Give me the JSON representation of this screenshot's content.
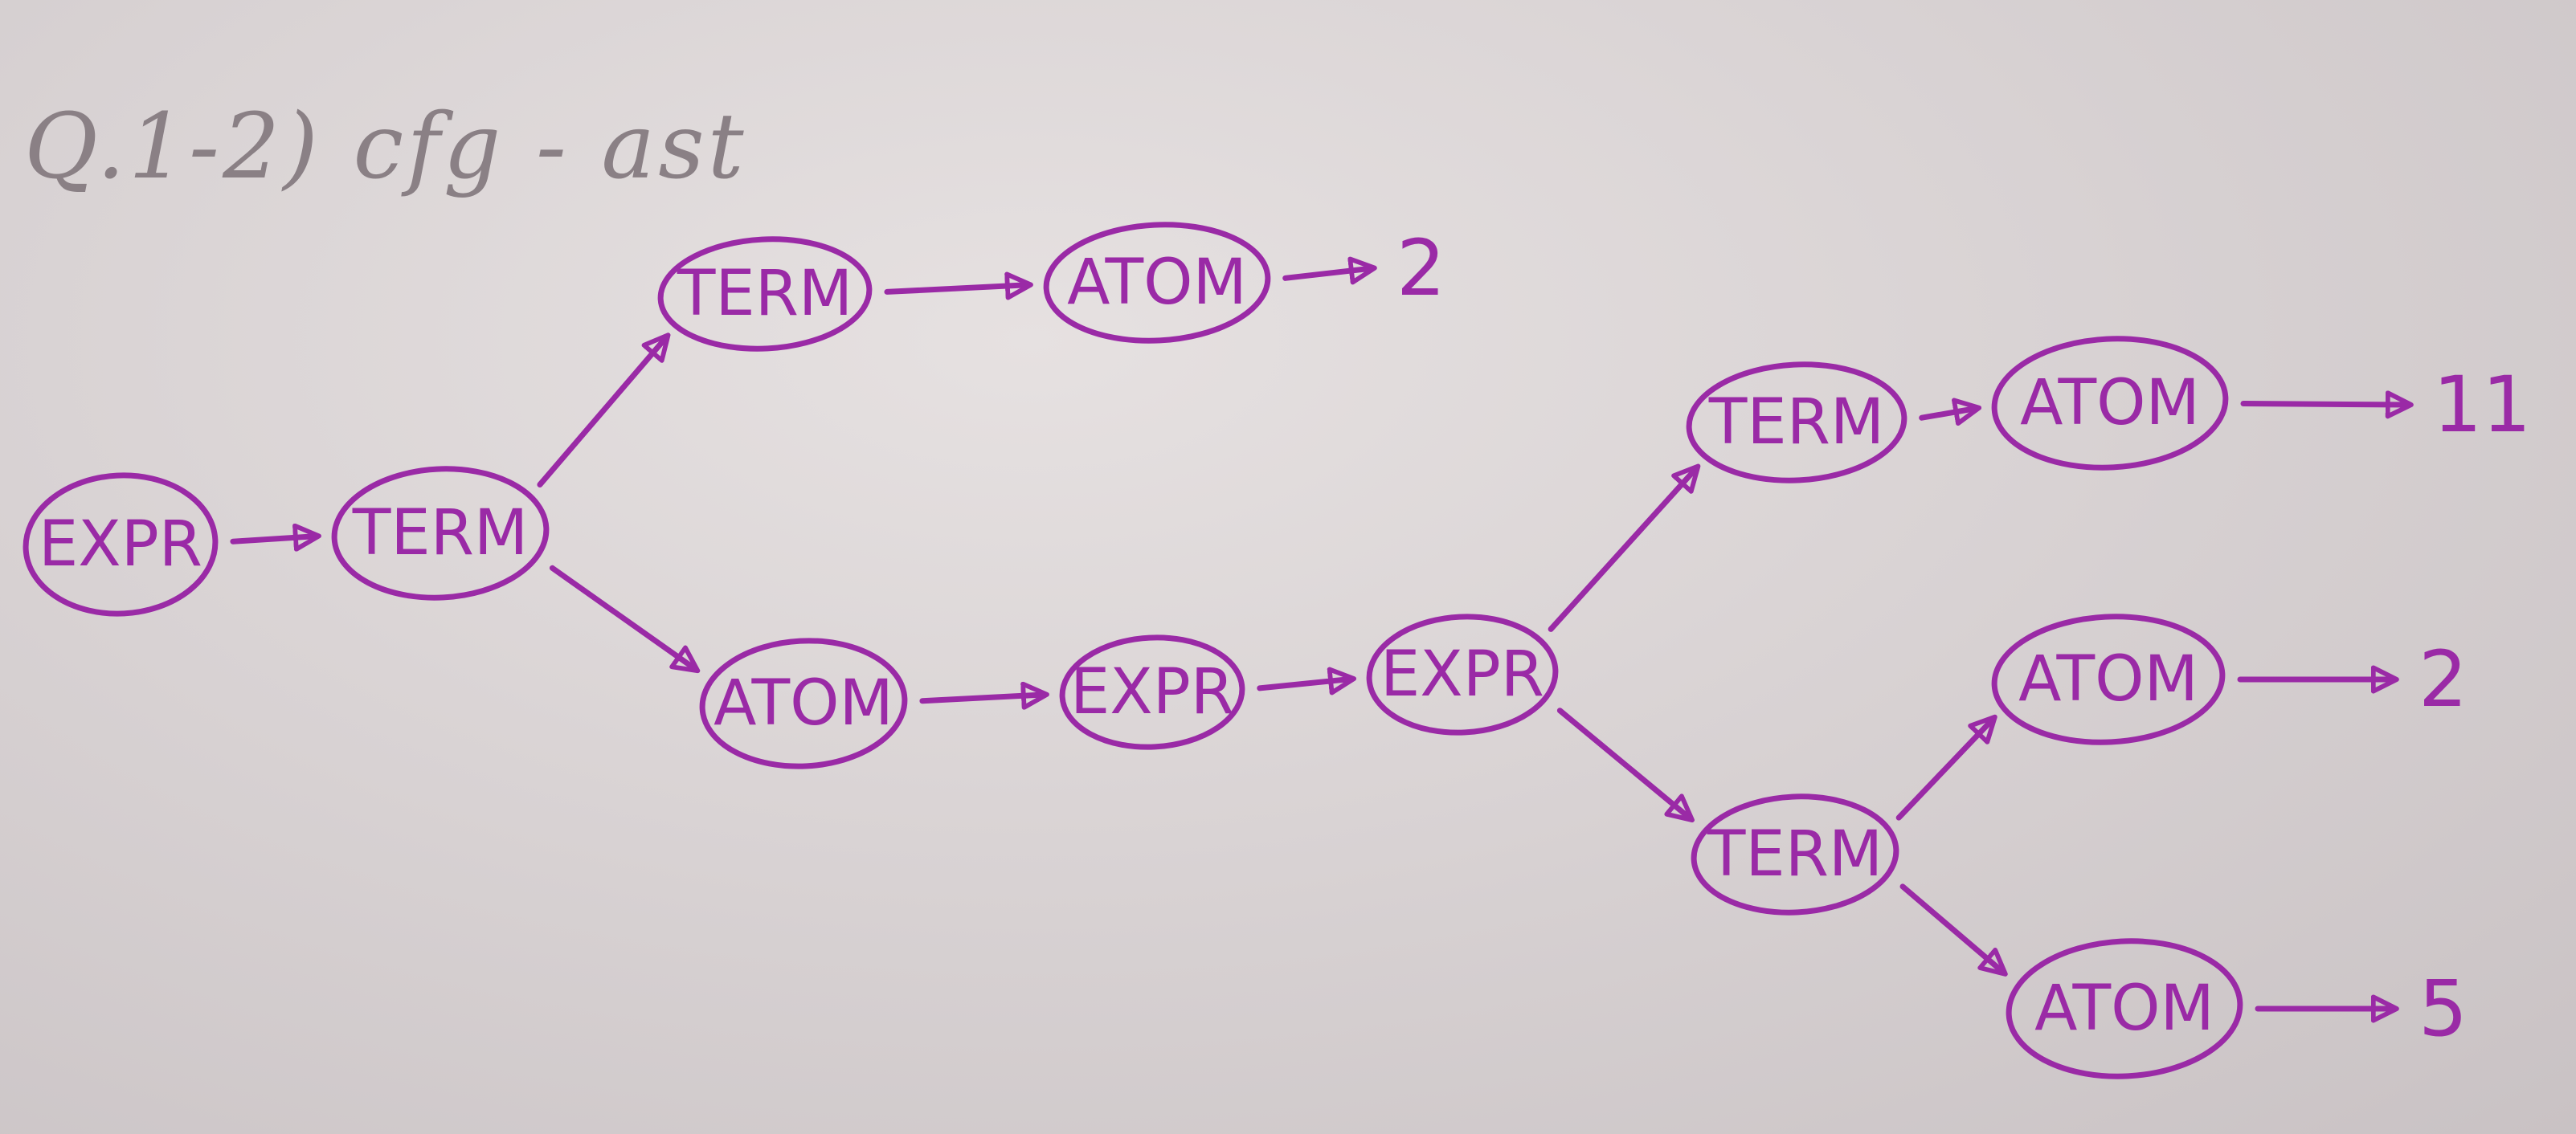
{
  "title": "Q.1-2) cfg - ast",
  "colors": {
    "ink": "#9a2aa6",
    "pencil": "#8a8085",
    "paper": "#dcd6d7"
  },
  "nodes": [
    {
      "id": "n-expr-root",
      "label": "EXPR"
    },
    {
      "id": "n-term-1",
      "label": "TERM"
    },
    {
      "id": "n-term-top",
      "label": "TERM"
    },
    {
      "id": "n-atom-top",
      "label": "ATOM"
    },
    {
      "id": "n-atom-mid",
      "label": "ATOM"
    },
    {
      "id": "n-expr-mid",
      "label": "EXPR"
    },
    {
      "id": "n-expr-right",
      "label": "EXPR"
    },
    {
      "id": "n-term-upper-right",
      "label": "TERM"
    },
    {
      "id": "n-atom-upper-right",
      "label": "ATOM"
    },
    {
      "id": "n-term-lower-right",
      "label": "TERM"
    },
    {
      "id": "n-atom-lower-a",
      "label": "ATOM"
    },
    {
      "id": "n-atom-lower-b",
      "label": "ATOM"
    }
  ],
  "leaves": [
    {
      "id": "leaf-2-top",
      "label": "2"
    },
    {
      "id": "leaf-11",
      "label": "11"
    },
    {
      "id": "leaf-2-right",
      "label": "2"
    },
    {
      "id": "leaf-5",
      "label": "5"
    }
  ],
  "edges": [
    {
      "from": "n-expr-root",
      "to": "n-term-1"
    },
    {
      "from": "n-term-1",
      "to": "n-term-top"
    },
    {
      "from": "n-term-1",
      "to": "n-atom-mid"
    },
    {
      "from": "n-term-top",
      "to": "n-atom-top"
    },
    {
      "from": "n-atom-top",
      "to": "leaf-2-top"
    },
    {
      "from": "n-atom-mid",
      "to": "n-expr-mid"
    },
    {
      "from": "n-expr-mid",
      "to": "n-expr-right"
    },
    {
      "from": "n-expr-right",
      "to": "n-term-upper-right"
    },
    {
      "from": "n-expr-right",
      "to": "n-term-lower-right"
    },
    {
      "from": "n-term-upper-right",
      "to": "n-atom-upper-right"
    },
    {
      "from": "n-atom-upper-right",
      "to": "leaf-11"
    },
    {
      "from": "n-term-lower-right",
      "to": "n-atom-lower-a"
    },
    {
      "from": "n-term-lower-right",
      "to": "n-atom-lower-b"
    },
    {
      "from": "n-atom-lower-a",
      "to": "leaf-2-right"
    },
    {
      "from": "n-atom-lower-b",
      "to": "leaf-5"
    }
  ]
}
